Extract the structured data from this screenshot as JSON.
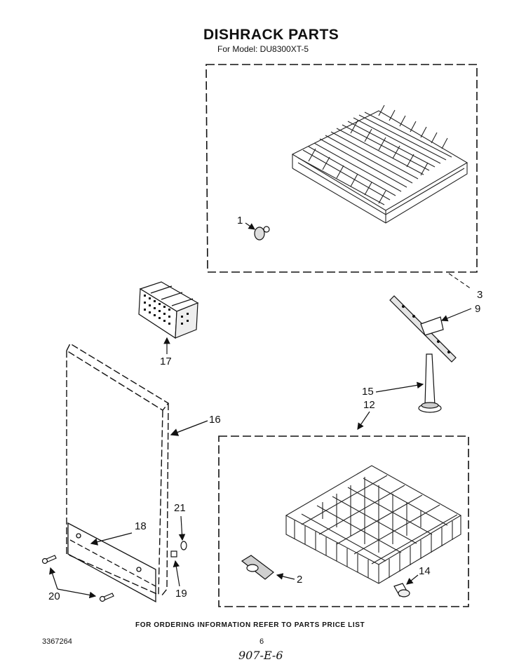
{
  "title": "DISHRACK PARTS",
  "model_line": "For Model: DU8300XT-5",
  "callouts": {
    "c1": "1",
    "c2": "2",
    "c3": "3",
    "c9": "9",
    "c12": "12",
    "c14": "14",
    "c15": "15",
    "c16": "16",
    "c17": "17",
    "c18": "18",
    "c19": "19",
    "c20": "20",
    "c21": "21"
  },
  "footer_note": "FOR ORDERING INFORMATION REFER TO PARTS PRICE LIST",
  "document_number": "3367264",
  "page_number": "6",
  "handwritten_code": "907-E-6"
}
